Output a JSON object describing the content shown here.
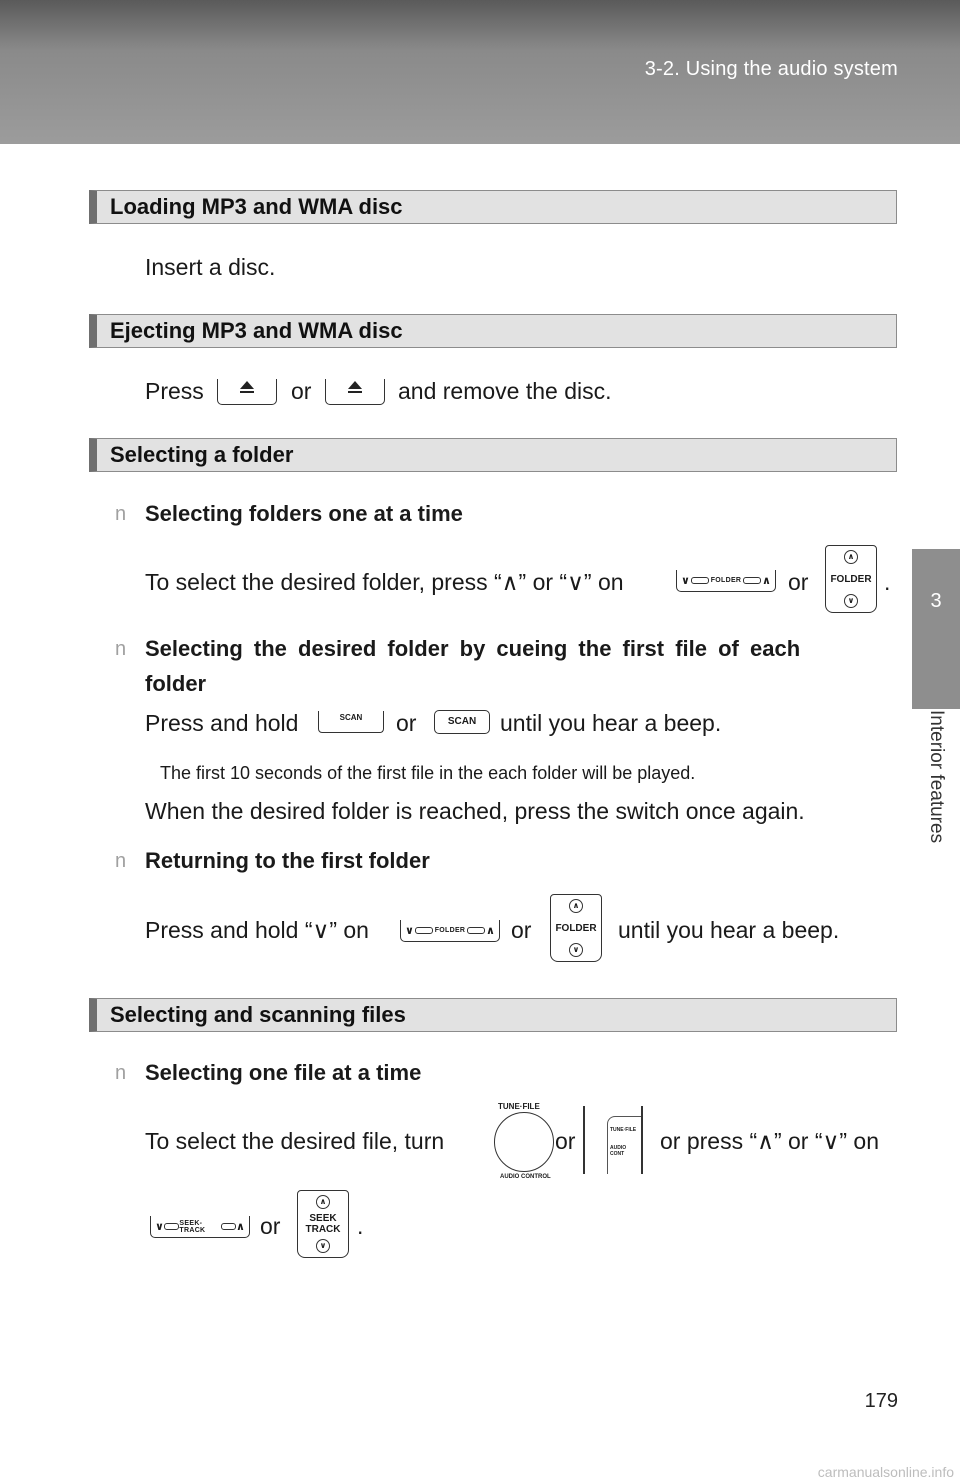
{
  "header": {
    "title": "3-2. Using the audio system"
  },
  "side_tab": {
    "number": "3",
    "label": "Interior features"
  },
  "sections": {
    "loading": {
      "title": "Loading MP3 and WMA disc",
      "text": "Insert a disc."
    },
    "ejecting": {
      "title": "Ejecting MP3 and WMA disc",
      "text_press": "Press",
      "text_or": "or",
      "text_after": "and remove the disc."
    },
    "folder": {
      "title": "Selecting a folder",
      "bullet_char": "n",
      "one_at_a_time": {
        "heading": "Selecting folders one at a time",
        "text_before": "To select the desired folder, press “∧” or “∨” on",
        "text_or": "or",
        "text_end": "."
      },
      "cueing": {
        "heading_line1": "Selecting the desired folder by cueing the first file of each",
        "heading_line2": "folder",
        "press_hold": "Press and hold",
        "text_or": "or",
        "until_beep": "until you hear a beep.",
        "note": "The first 10 seconds of the first file in the each folder will be played.",
        "when_reached": "When the desired folder is reached, press the switch once again."
      },
      "returning": {
        "heading": "Returning to the first folder",
        "text_before": "Press and hold “∨” on",
        "text_or": "or",
        "text_after": "until you hear a beep."
      }
    },
    "files": {
      "title": "Selecting and scanning files",
      "one_at_a_time": {
        "heading": "Selecting one file at a time",
        "text_before": "To select the desired file, turn",
        "text_or": "or",
        "text_press": "or press “∧” or “∨” on",
        "text_or2": "or",
        "text_end": "."
      }
    }
  },
  "controls": {
    "folder_label": "FOLDER",
    "scan_label": "SCAN",
    "seek_track_label": "SEEK-TRACK",
    "seek_label": "SEEK",
    "track_label": "TRACK",
    "tune_file_label": "TUNE·FILE",
    "audio_control_label": "AUDIO CONTROL",
    "audio_cont_label": "AUDIO CONT",
    "up_glyph": "∧",
    "down_glyph": "∨"
  },
  "page_number": "179",
  "watermark": "carmanualsonline.info"
}
